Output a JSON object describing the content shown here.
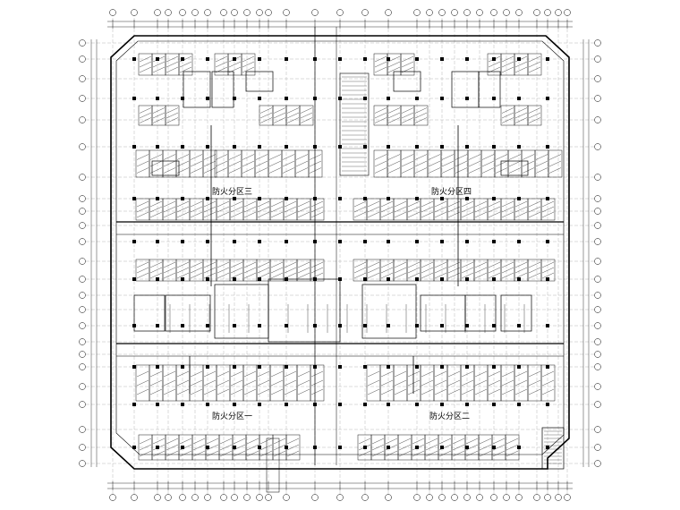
{
  "zones": {
    "three": "防火分区三",
    "four": "防火分区四",
    "one": "防火分区一",
    "two": "防火分区二"
  },
  "colors": {
    "line": "#000000",
    "background": "#ffffff"
  }
}
